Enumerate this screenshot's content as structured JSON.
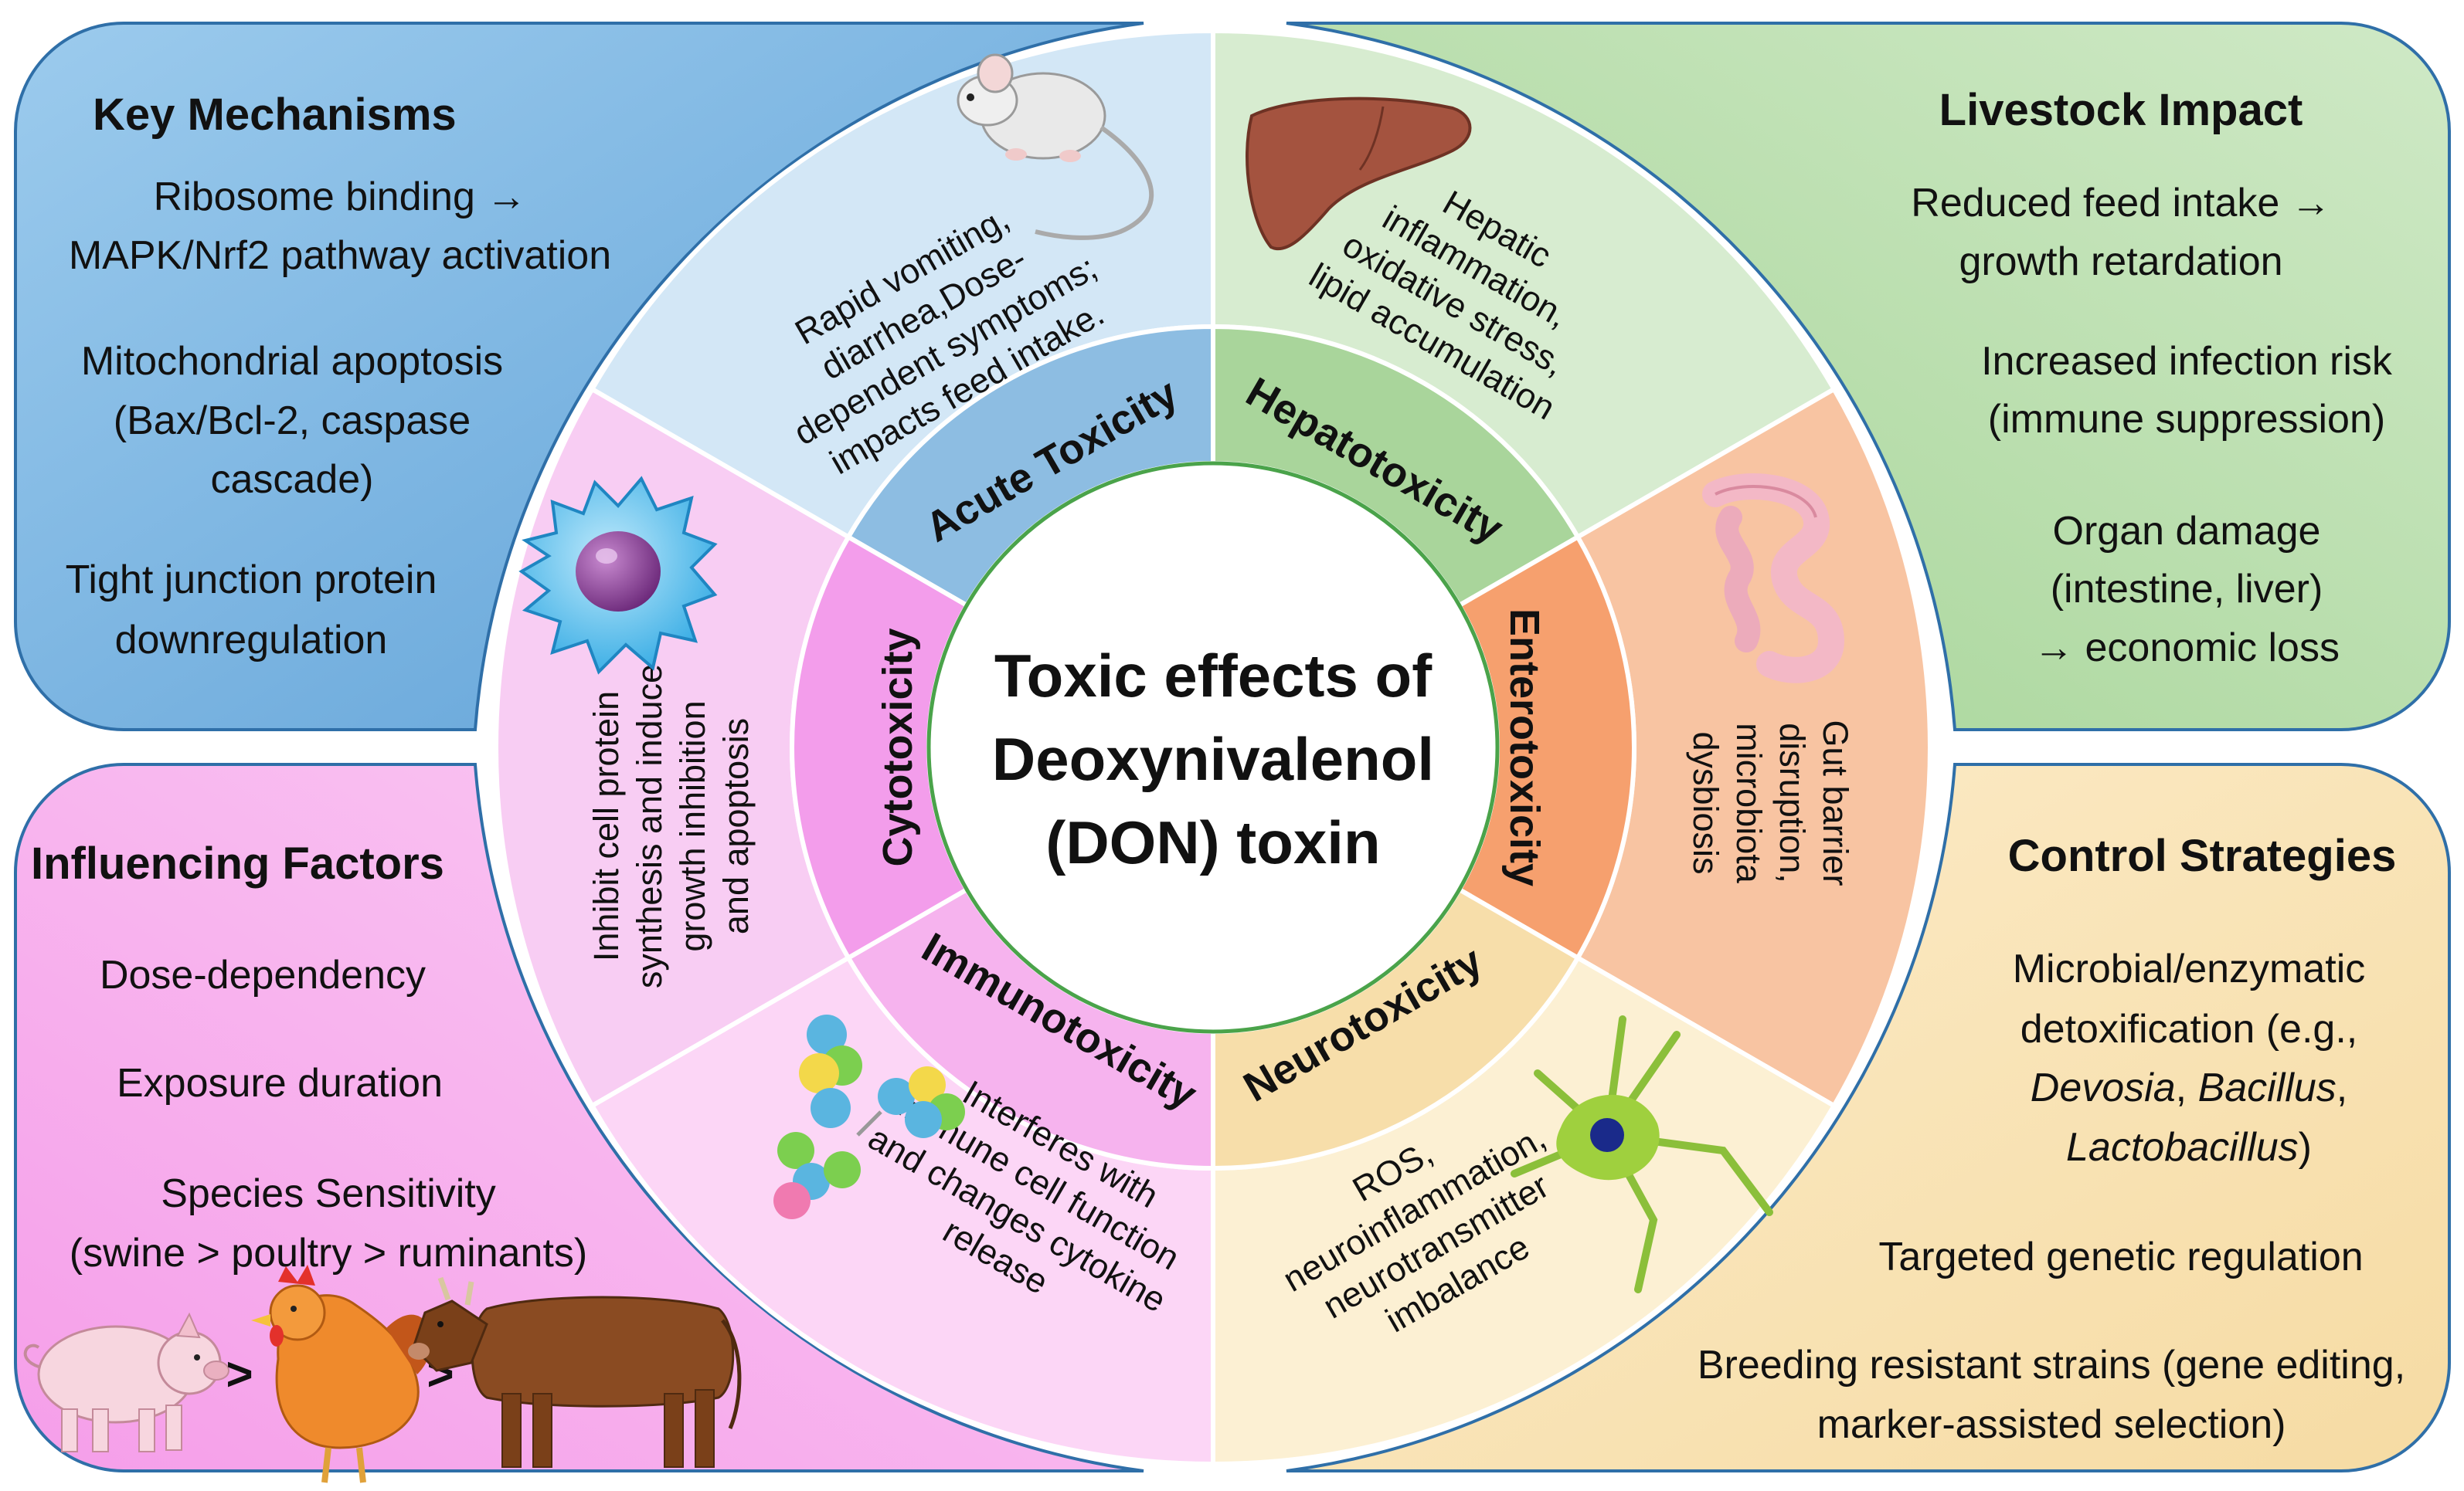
{
  "center": {
    "title_lines": [
      "Toxic effects of",
      "Deoxynivalenol",
      "(DON) toxin"
    ]
  },
  "panels": {
    "key_mechanisms": {
      "title": "Key Mechanisms",
      "lines": [
        "Ribosome binding →",
        "MAPK/Nrf2 pathway activation",
        "Mitochondrial apoptosis",
        "(Bax/Bcl-2, caspase",
        "cascade)",
        "Tight junction protein",
        "downregulation"
      ]
    },
    "livestock_impact": {
      "title": "Livestock Impact",
      "lines": [
        "Reduced feed intake →",
        "growth retardation",
        "Increased infection risk",
        "(immune suppression)",
        "Organ damage",
        "(intestine, liver)",
        "→ economic loss"
      ]
    },
    "influencing_factors": {
      "title": "Influencing Factors",
      "lines": [
        "Dose-dependency",
        "Exposure duration",
        "Species Sensitivity",
        "(swine > poultry > ruminants)"
      ],
      "comparison_symbols": [
        ">",
        ">"
      ]
    },
    "control_strategies": {
      "title": "Control Strategies",
      "line1": "Microbial/enzymatic",
      "line2": "detoxification (e.g.,",
      "devosia": "Devosia",
      "comma": ", ",
      "bacillus": "Bacillus",
      "comma2": ",",
      "lactobacillus": "Lactobacillus",
      "close_paren": ")",
      "line_targeted": "Targeted genetic regulation",
      "line_breeding1": "Breeding resistant strains (gene editing,",
      "line_breeding2": "marker-assisted selection)"
    }
  },
  "sectors": {
    "acute": {
      "label": "Acute Toxicity",
      "text_lines": [
        "Rapid vomiting,",
        "diarrhea,Dose-",
        "dependent symptoms;",
        "impacts feed intake."
      ]
    },
    "hepato": {
      "label": "Hepatotoxicity",
      "text_lines": [
        "Hepatic",
        "inflammation,",
        "oxidative stress,",
        "lipid accumulation"
      ]
    },
    "entero": {
      "label": "Enterotoxicity",
      "text_lines": [
        "Gut barrier",
        "disruption,",
        "microbiota",
        "dysbiosis"
      ]
    },
    "neuro": {
      "label": "Neurotoxicity",
      "text_lines": [
        "ROS,",
        "neuroinflammation,",
        "neurotransmitter",
        "imbalance"
      ]
    },
    "immuno": {
      "label": "Immunotoxicity",
      "text_lines": [
        "Interferes with",
        "immune cell function",
        "and changes cytokine",
        "release"
      ]
    },
    "cyto": {
      "label": "Cytotoxicity",
      "text_lines": [
        "Inhibit cell protein",
        "synthesis and induce",
        "growth inhibition",
        "and apoptosis"
      ]
    }
  },
  "icons": {
    "acute": "mouse-icon",
    "hepato": "liver-icon",
    "entero": "intestine-icon",
    "neuro": "neuron-icon",
    "immuno": "antibody-icon",
    "cyto": "cell-icon",
    "animals": [
      "pig-icon",
      "chicken-icon",
      "cow-icon"
    ]
  },
  "colors": {
    "blue_panel": "#8bbfe6",
    "green_panel": "#b9dfb0",
    "pink_panel": "#f6b8ee",
    "orange_panel": "#fae3b3",
    "acute_outer": "#d3e7f6",
    "acute_inner": "#8dbde2",
    "hepato_outer": "#d7ecd0",
    "hepato_inner": "#a9d59b",
    "entero_outer": "#f8c4a2",
    "entero_inner": "#f6a06e",
    "neuro_outer": "#fcf0d3",
    "neuro_inner": "#f7deaa",
    "immuno_outer": "#fcd6f6",
    "immuno_inner": "#f6b3ee",
    "cyto_outer": "#f8cdf3",
    "cyto_inner": "#f39deb"
  }
}
